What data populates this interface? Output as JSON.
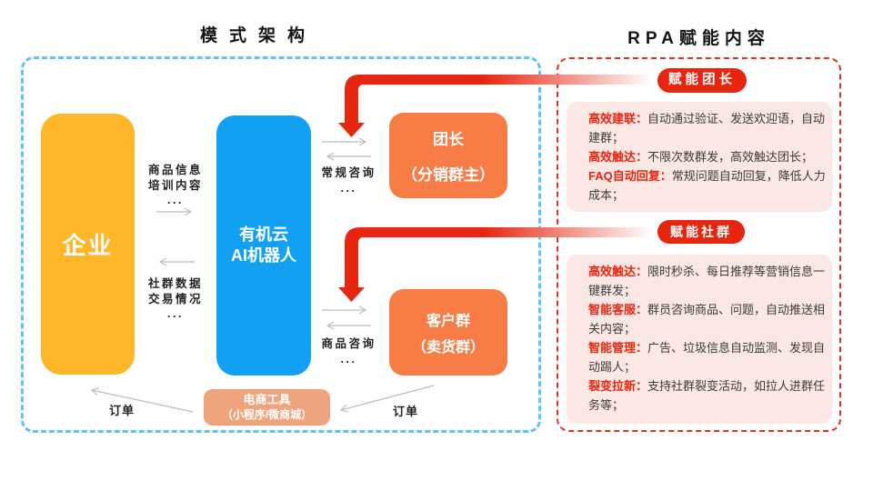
{
  "titles": {
    "left": "模式架构",
    "right": "RPA赋能内容"
  },
  "colors": {
    "enterprise_yellow": "#ffb629",
    "robot_blue": "#12a1f2",
    "group_orange": "#f87c45",
    "ecom_salmon": "#efa47e",
    "accent_red": "#e8250f",
    "pink_box": "#fbe7e4",
    "left_border_blue": "#5fc3f1",
    "right_border_red": "#e03024",
    "gray_arrow": "#bdbdbd"
  },
  "left_panel": {
    "nodes": {
      "enterprise": {
        "label": "企业"
      },
      "robot": {
        "line1": "有机云",
        "line2": "AI机器人"
      },
      "leader": {
        "line1": "团长",
        "line2": "（分销群主）"
      },
      "customer": {
        "line1": "客户群",
        "line2": "（卖货群）"
      },
      "ecommerce": {
        "line1": "电商工具",
        "line2": "（小程序/微商城）"
      }
    },
    "labels": {
      "info_training": [
        "商品信息",
        "培训内容",
        "..."
      ],
      "community_data": [
        "社群数据",
        "交易情况",
        "..."
      ],
      "regular_consult": [
        "常规咨询",
        "..."
      ],
      "product_consult": [
        "商品咨询",
        "..."
      ],
      "order_left": "订单",
      "order_right": "订单"
    }
  },
  "right_panel": {
    "sections": [
      {
        "badge": "赋能团长",
        "items": [
          {
            "label": "高效建联：",
            "text": "自动通过验证、发送欢迎语，自动建群；"
          },
          {
            "label": "高效触达：",
            "text": "不限次数群发，高效触达团长；"
          },
          {
            "label": "FAQ自动回复：",
            "text": "常规问题自动回复，降低人力成本；"
          }
        ]
      },
      {
        "badge": "赋能社群",
        "items": [
          {
            "label": "高效触达：",
            "text": "限时秒杀、每日推荐等营销信息一键群发；"
          },
          {
            "label": "智能客服：",
            "text": "群员咨询商品、问题，自动推送相关内容；"
          },
          {
            "label": "智能管理：",
            "text": "广告、垃圾信息自动监测、发现自动踢人；"
          },
          {
            "label": "裂变拉新：",
            "text": "支持社群裂变活动，如拉人进群任务等；"
          }
        ]
      }
    ]
  }
}
